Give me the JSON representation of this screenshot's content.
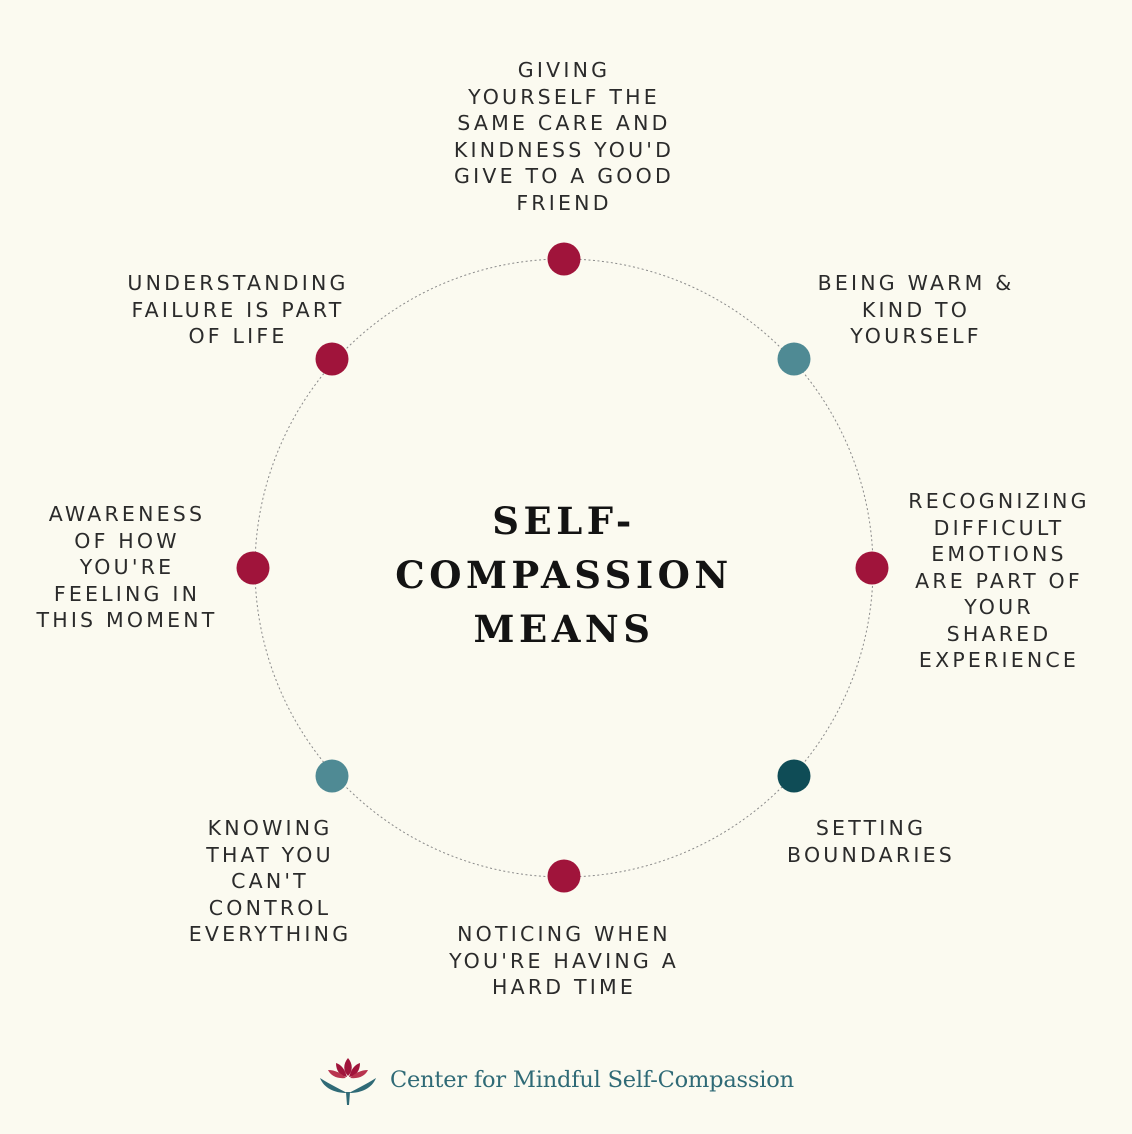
{
  "title": "SELF-\nCOMPASSION\nMEANS",
  "colors": {
    "background": "#fbfaf0",
    "crimson": "#a0143b",
    "teal_light": "#4f8a94",
    "teal_dark": "#0f4c56",
    "ring": "#8a8a8a",
    "brand_text": "#2f6a76"
  },
  "points": [
    {
      "id": "friend",
      "text": "GIVING\nYOURSELF THE\nSAME CARE AND\nKINDNESS YOU'D\nGIVE TO A GOOD\nFRIEND",
      "dot_color": "crimson"
    },
    {
      "id": "warm",
      "text": "BEING WARM &\nKIND TO\nYOURSELF",
      "dot_color": "teal_light"
    },
    {
      "id": "recognizing",
      "text": "RECOGNIZING\nDIFFICULT\nEMOTIONS\nARE PART OF\nYOUR SHARED\nEXPERIENCE",
      "dot_color": "crimson"
    },
    {
      "id": "boundaries",
      "text": "SETTING\nBOUNDARIES",
      "dot_color": "teal_dark"
    },
    {
      "id": "noticing",
      "text": "NOTICING WHEN\nYOU'RE HAVING A\nHARD TIME",
      "dot_color": "crimson"
    },
    {
      "id": "control",
      "text": "KNOWING\nTHAT YOU\nCAN'T\nCONTROL\nEVERYTHING",
      "dot_color": "teal_light"
    },
    {
      "id": "awareness",
      "text": "AWARENESS\nOF HOW\nYOU'RE\nFEELING IN\nTHIS MOMENT",
      "dot_color": "crimson"
    },
    {
      "id": "failure",
      "text": "UNDERSTANDING\nFAILURE IS PART\nOF LIFE",
      "dot_color": "crimson"
    }
  ],
  "footer": {
    "org_name": "Center for Mindful Self-Compassion",
    "logo_icon": "lotus-hands-icon"
  }
}
